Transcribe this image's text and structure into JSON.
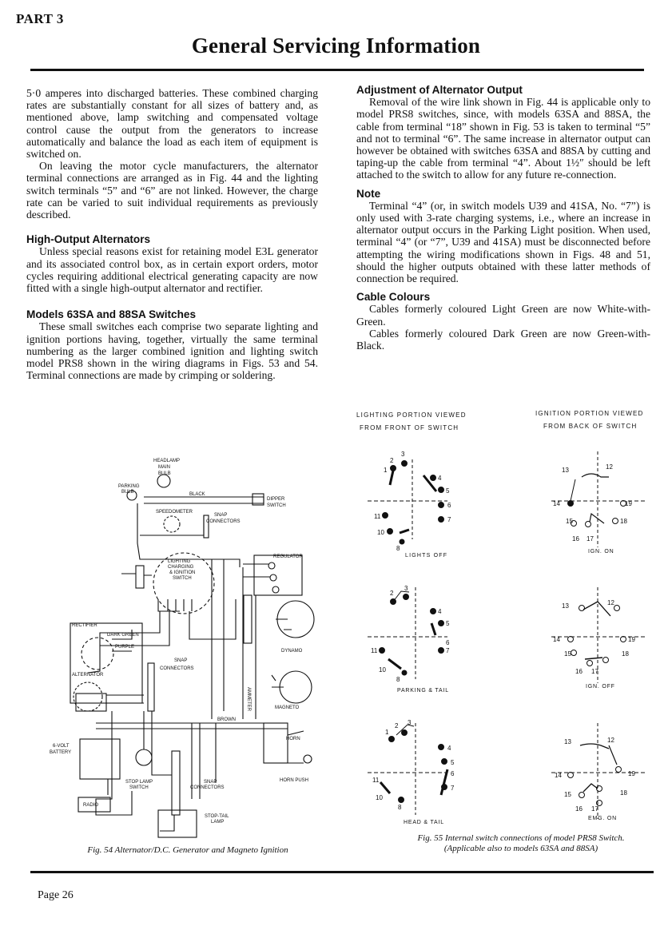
{
  "header": {
    "part": "PART 3",
    "title": "General Servicing Information"
  },
  "left": {
    "p1": "5·0 amperes into discharged batteries. These combined charging rates are substantially constant for all sizes of battery and, as mentioned above, lamp switching and compensated voltage control cause the output from the generators to increase automatically and balance the load as each item of equipment is switched on.",
    "p2": "On leaving the motor cycle manufacturers, the alternator terminal connections are arranged as in Fig. 44 and the lighting switch terminals “5” and “6” are not linked. However, the charge rate can be varied to suit individual requirements as previously described.",
    "h1": "High-Output Alternators",
    "p3": "Unless special reasons exist for retaining model E3L generator and its associated control box, as in certain export orders, motor cycles requiring additional electrical generating capacity are now fitted with a single high-output alternator and rectifier.",
    "h2": "Models 63SA and 88SA Switches",
    "p4": "These small switches each comprise two separate lighting and ignition portions having, together, virtually the same terminal numbering as the larger combined ignition and lighting switch model PRS8 shown in the wiring diagrams in Figs. 53 and 54. Terminal connections are made by crimping or soldering."
  },
  "right": {
    "h1": "Adjustment of Alternator Output",
    "p1": "Removal of the wire link shown in Fig. 44 is applicable only to model PRS8 switches, since, with models 63SA and 88SA, the cable from terminal “18” shown in Fig. 53 is taken to terminal “5” and not to terminal “6”. The same increase in alternator output can however be obtained with switches 63SA and 88SA by cutting and taping-up the cable from terminal “4”. About 1½″ should be left attached to the switch to allow for any future re-connection.",
    "h2": "Note",
    "p2": "Terminal “4” (or, in switch models U39 and 41SA, No. “7”) is only used with 3-rate charging systems, i.e., where an increase in alternator output occurs in the Parking Light position. When used, terminal “4” (or “7”, U39 and 41SA) must be disconnected before attempting the wiring modifications shown in Figs. 48 and 51, should the higher outputs obtained with these latter methods of connection be required.",
    "h3": "Cable Colours",
    "p3": "Cables formerly coloured Light Green are now White-with-Green.",
    "p4": "Cables formerly coloured Dark Green are now Green-with-Black."
  },
  "fig55": {
    "head_left_1": "LIGHTING PORTION VIEWED",
    "head_left_2": "FROM FRONT OF SWITCH",
    "head_right_1": "IGNITION PORTION VIEWED",
    "head_right_2": "FROM BACK OF SWITCH",
    "lab_off": "LIGHTS OFF",
    "lab_park": "PARKING & TAIL",
    "lab_head": "HEAD & TAIL",
    "lab_ign_on": "IGN. ON",
    "lab_ign_off": "IGN. OFF",
    "lab_emg": "EMG. ON",
    "caption_1": "Fig. 55 Internal switch connections of model PRS8 Switch.",
    "caption_2": "(Applicable also to models 63SA and 88SA)"
  },
  "fig54": {
    "headlamp": "HEADLAMP",
    "main": "MAIN",
    "bulb": "BULB",
    "parking": "PARKING",
    "parking_bulb": "BULB",
    "dipper": "DIPPER",
    "switch": "SWITCH",
    "speedometer": "SPEEDOMETER",
    "snap1": "SNAP",
    "connectors1": "CONNECTORS",
    "regulator": "REGULATOR",
    "lighting": "LIGHTING",
    "charging": "CHARGING",
    "ignition": "& IGNITION",
    "sw": "SWITCH",
    "rectifier": "RECTIFIER",
    "dark_green": "DARK GREEN",
    "purple": "PURPLE",
    "snap2": "SNAP",
    "connectors2": "CONNECTORS",
    "alternator": "ALTERNATOR",
    "dynamo": "DYNAMO",
    "magneto": "MAGNETO",
    "brown": "BROWN",
    "horn": "HORN",
    "battery_1": "6-VOLT",
    "battery_2": "BATTERY",
    "stop_lamp": "STOP LAMP",
    "stop_switch": "SWITCH",
    "snap3": "SNAP",
    "connectors3": "CONNECTORS",
    "horn_push": "HORN PUSH",
    "radio": "RADIO",
    "stop_tail": "STOP-TAIL",
    "lamp": "LAMP",
    "black": "BLACK",
    "ammeter": "AMMETER",
    "caption": "Fig. 54 Alternator/D.C. Generator and Magneto Ignition"
  },
  "footer": {
    "page": "Page 26"
  }
}
